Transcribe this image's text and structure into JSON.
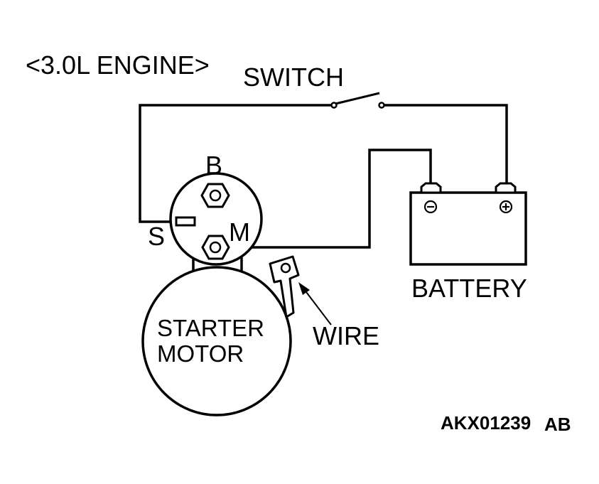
{
  "labels": {
    "engine": "<3.0L ENGINE>",
    "switch": "SWITCH",
    "terminal_b": "B",
    "terminal_s": "S",
    "terminal_m": "M",
    "starter_line1": "STARTER",
    "starter_line2": "MOTOR",
    "wire": "WIRE",
    "battery": "BATTERY",
    "figure_code": "AKX01239",
    "figure_suffix": "AB"
  },
  "battery_terminals": {
    "negative": "⊖",
    "positive": "⊕"
  },
  "colors": {
    "line": "#000000",
    "background": "#ffffff"
  }
}
